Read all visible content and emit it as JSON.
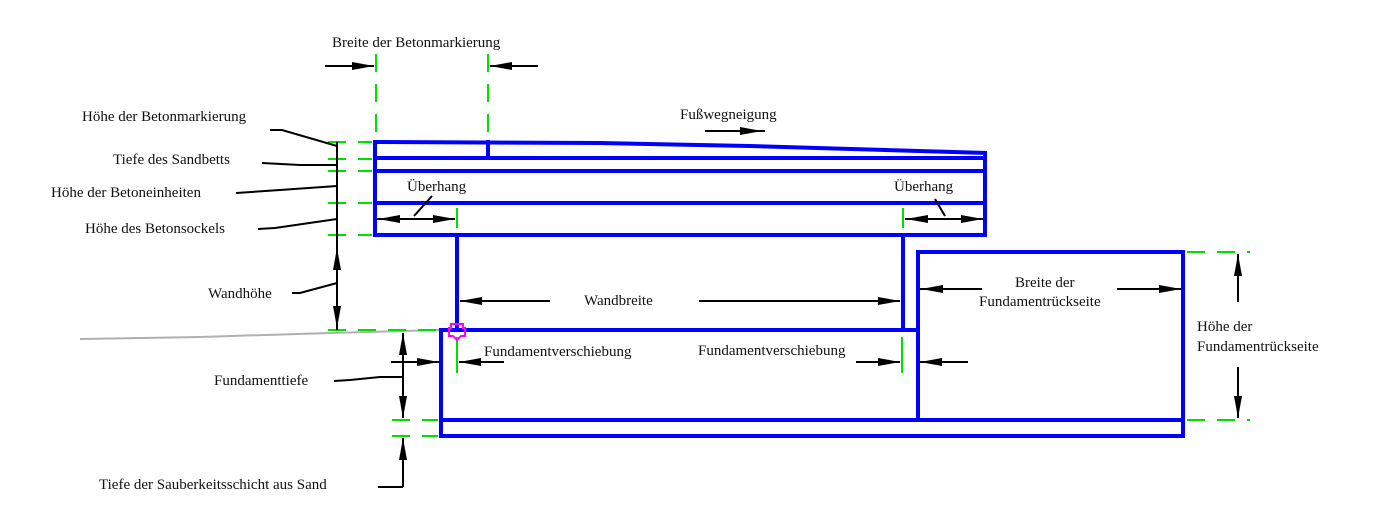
{
  "diagram": {
    "title": "Fußweg / Stützwand Querschnitt",
    "colors": {
      "structure": "#0000ff",
      "extension_lines": "#00e000",
      "dimension_lines": "#000000",
      "ground_line": "#b0b0b0",
      "snap_marker": "#ff00ff",
      "text": "#111111"
    },
    "labels": {
      "breite_betonmarkierung": "Breite der Betonmarkierung",
      "hoehe_betonmarkierung": "Höhe der Betonmarkierung",
      "tiefe_sandbett": "Tiefe des Sandbetts",
      "hoehe_betoneinheiten": "Höhe der Betoneinheiten",
      "hoehe_betonsockel": "Höhe des Betonsockels",
      "wandhoehe": "Wandhöhe",
      "fussweg_neigung": "Fußwegneigung",
      "ueberhang_links": "Überhang",
      "ueberhang_rechts": "Überhang",
      "wandbreite": "Wandbreite",
      "breite_fundamentrueckseite_1": "Breite der",
      "breite_fundamentrueckseite_2": "Fundamentrückseite",
      "hoehe_fundamentrueckseite_1": "Höhe der",
      "hoehe_fundamentrueckseite_2": "Fundamentrückseite",
      "fundamentverschiebung_links": "Fundamentverschiebung",
      "fundamentverschiebung_rechts": "Fundamentverschiebung",
      "fundamenttiefe": "Fundamenttiefe",
      "tiefe_sauberkeitsschicht": "Tiefe der Sauberkeitsschicht aus Sand"
    }
  }
}
